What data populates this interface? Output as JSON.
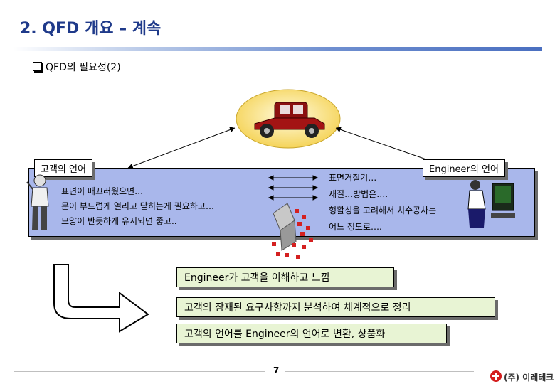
{
  "title": "2. QFD 개요 – 계속",
  "subhead": "QFD의 필요성(2)",
  "customer": {
    "tag": "고객의 언어",
    "lines": [
      "표면이 매끄러웠으면…",
      "문이 부드럽게 열리고 닫히는게 필요하고…",
      "모양이 반듯하게 유지되면 좋고.."
    ]
  },
  "engineer": {
    "tag": "Engineer의 언어",
    "lines": [
      "표면거칠기…",
      "재질…방법은….",
      "형활성을 고려해서 치수공차는",
      "어느 정도로…."
    ]
  },
  "boxes": [
    "Engineer가 고객을 이해하고 느낌",
    "고객의 잠재된 요구사항까지 분석하여 체계적으로 정리",
    "고객의 언어를 Engineer의 언어로 변환, 상품화"
  ],
  "page_number": "7",
  "logo": "(주) 이레테크",
  "colors": {
    "panel": "#a9b7eb",
    "boxes": "#e8f4d4",
    "title": "#1f3a8a"
  },
  "icons": [
    "car-icon",
    "person-icon",
    "engineer-computer-icon",
    "block-icon",
    "arrow-icon"
  ]
}
